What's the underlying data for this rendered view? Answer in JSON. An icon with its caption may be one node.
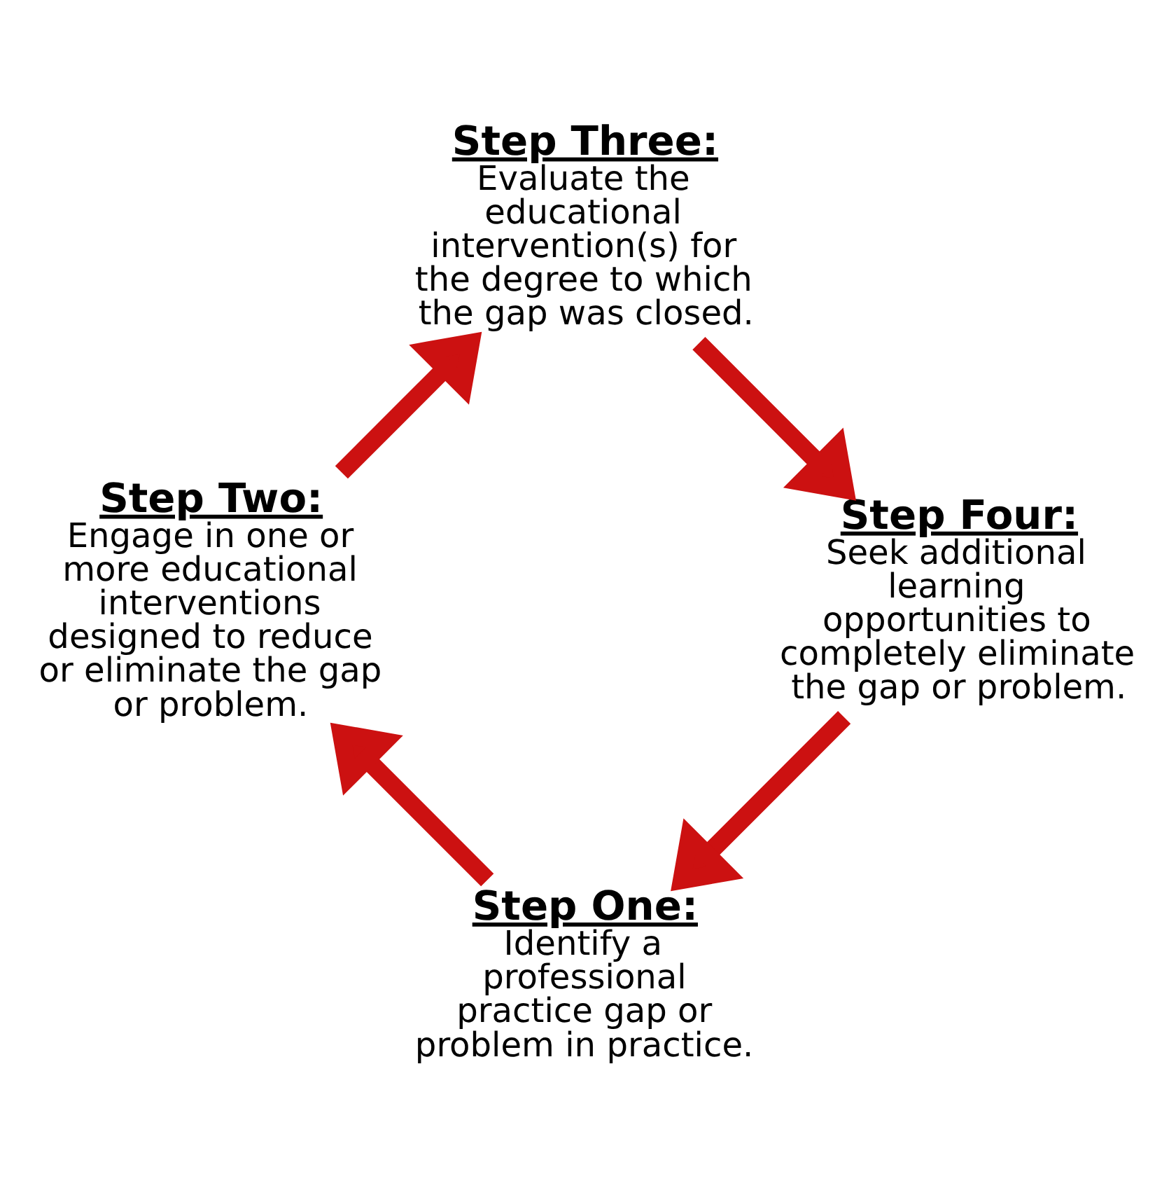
{
  "diagram": {
    "nodes": [
      {
        "text": [
          "Step One:",
          "Identify a professional practice gap or problem in practice."
        ]
      },
      {
        "text": [
          "Step Two:",
          "Engage in one or more educational interventions designed to reduce or eliminate the gap or problem."
        ]
      },
      {
        "text": [
          "Step Three:",
          "Evaluate the educational intervention(s) for the degree to which the gap was closed."
        ]
      },
      {
        "text": [
          "Step Four:",
          "Seek additional learning opportunities to completely eliminate the gap or problem."
        ]
      }
    ],
    "edges": [
      {
        "from": 3,
        "to": 0,
        "arrow": "to"
      },
      {
        "from": 0,
        "to": 1,
        "arrow": "to"
      },
      {
        "from": 1,
        "to": 2,
        "arrow": "to"
      },
      {
        "from": 2,
        "to": 3,
        "arrow": "to"
      }
    ]
  }
}
